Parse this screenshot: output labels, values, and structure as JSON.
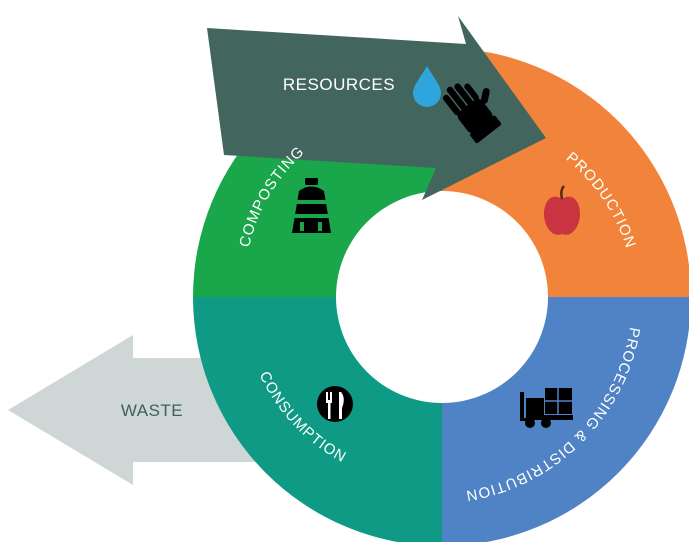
{
  "diagram": {
    "colors": {
      "composting": "#1aa64a",
      "production": "#f1843a",
      "processing": "#4f83c5",
      "consumption": "#0f9a85",
      "resources_arrow": "#42665e",
      "waste_arrow": "#cfd6d6",
      "waste_text": "#3f5f5a",
      "water": "#2ea6dd",
      "apple": "#c8343f"
    },
    "segments": [
      {
        "id": "composting",
        "label": "COMPOSTING",
        "icon": "compost-bin-icon"
      },
      {
        "id": "production",
        "label": "PRODUCTION",
        "icon": "apple-icon"
      },
      {
        "id": "processing",
        "label": "PROCESSING & DISTRIBUTION",
        "icon": "forklift-icon"
      },
      {
        "id": "consumption",
        "label": "CONSUMPTION",
        "icon": "fork-knife-icon"
      }
    ],
    "resources": {
      "label": "RESOURCES",
      "icons": [
        "water-drop-icon",
        "glove-icon"
      ]
    },
    "waste": {
      "label": "WASTE"
    }
  }
}
